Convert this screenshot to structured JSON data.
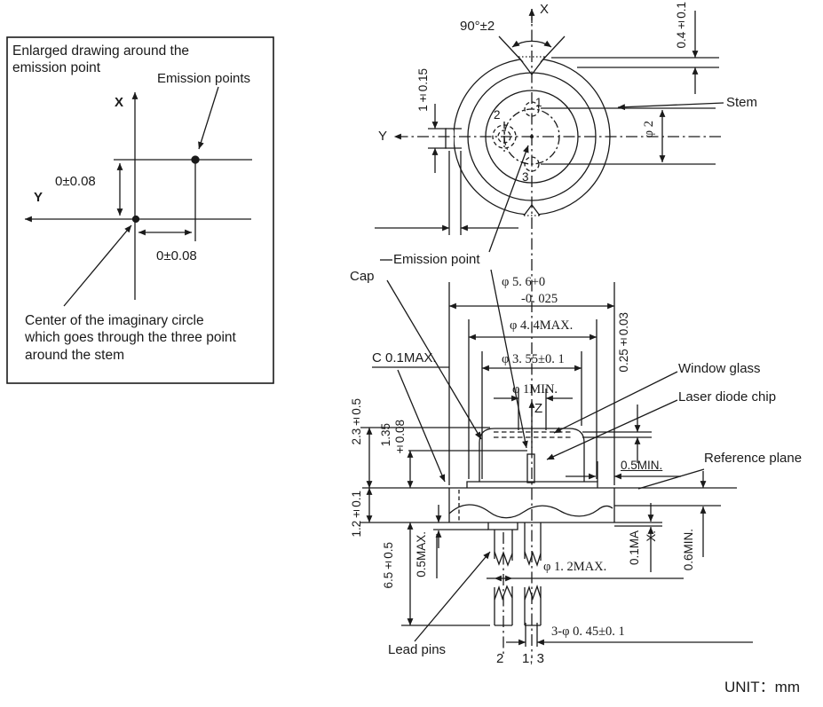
{
  "unit_note": "UNIT：mm",
  "inset": {
    "title": "Enlarged drawing  around the emission point",
    "emission_points_label": "Emission points",
    "x_axis_label": "X",
    "y_axis_label": "Y",
    "vertical_offset_dim": "0±0.08",
    "horizontal_offset_dim": "0±0.08",
    "center_note": "Center of the imaginary circle which goes through the three point around the stem"
  },
  "top_view": {
    "x_axis_label": "X",
    "y_axis_label": "Y",
    "notch_angle_dim": "90°±2",
    "tab_width_dim": "1±0.15",
    "notch_depth_dim": "0.4±0.1",
    "pin_circle_dia_dim": "φ 2",
    "stem_label": "Stem",
    "emission_point_label": "Emission point",
    "pin_labels": [
      "1",
      "2",
      "3"
    ]
  },
  "side_view": {
    "cap_label": "Cap",
    "chamfer_dim": "C 0.1MAX.",
    "window_glass_label": "Window glass",
    "laser_chip_label": "Laser diode chip",
    "reference_plane_label": "Reference  plane",
    "lead_pins_label": "Lead pins",
    "z_axis_label": "Z",
    "cap_outer_dia_dim": "φ 5. 6+0",
    "cap_outer_dia_tol": "-0. 025",
    "cap_body_dia_dim": "φ 4. 4MAX.",
    "cap_top_dia_dim": "φ 3. 55±0. 1",
    "window_aperture_dim": "φ 1MIN.",
    "glass_thickness_dim": "0.25±0.03",
    "cap_height_dim": "2.3±0.5",
    "emission_height_dim_1": "1.35",
    "emission_height_dim_2": "±0.08",
    "stem_thickness_dim": "1.2±0.1",
    "pin_length_dim": "6.5±0.5",
    "seal_protrusion_dim": "0.5MAX.",
    "cap_edge_margin_dim": "0.5MIN.",
    "flatness_dim_1": "0.1MA",
    "flatness_dim_2": "X.",
    "standoff_dim": "0.6MIN.",
    "pin_dia_dim": "φ 1. 2MAX.",
    "pin_tip_dia_dim": "3-φ 0. 45±0. 1",
    "pin_number_left": "2",
    "pin_number_right": "1, 3"
  }
}
